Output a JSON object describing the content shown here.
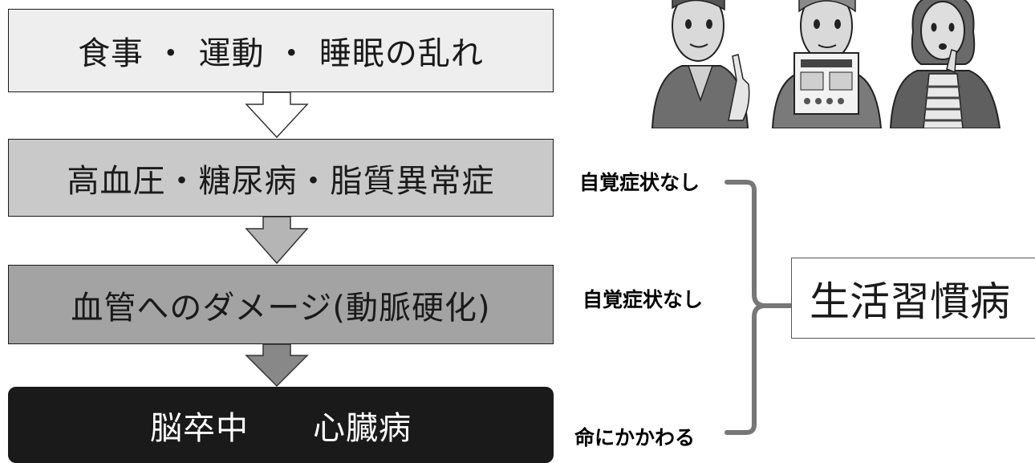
{
  "flow": {
    "step1": "食事 ・ 運動 ・ 睡眠の乱れ",
    "step2": "高血圧・糖尿病・脂質異常症",
    "step3": "血管へのダメージ(動脈硬化)",
    "step4_a": "脳卒中",
    "step4_b": "心臓病"
  },
  "side_labels": {
    "label1": "自覚症状なし",
    "label2": "自覚症状なし",
    "label3": "命にかかわる"
  },
  "result": {
    "label": "生活習慣病"
  },
  "colors": {
    "box1_fill": "#eeeeee",
    "box2_fill": "#c9c9c9",
    "box3_fill": "#a3a3a3",
    "box4_fill": "#1a1a1a",
    "arrow_light": "#ffffff",
    "arrow_mid": "#b5b5b5",
    "arrow_dark": "#888888",
    "bracket": "#777777"
  },
  "illustration": {
    "icon": "three-people-reading-brochure-icon"
  }
}
